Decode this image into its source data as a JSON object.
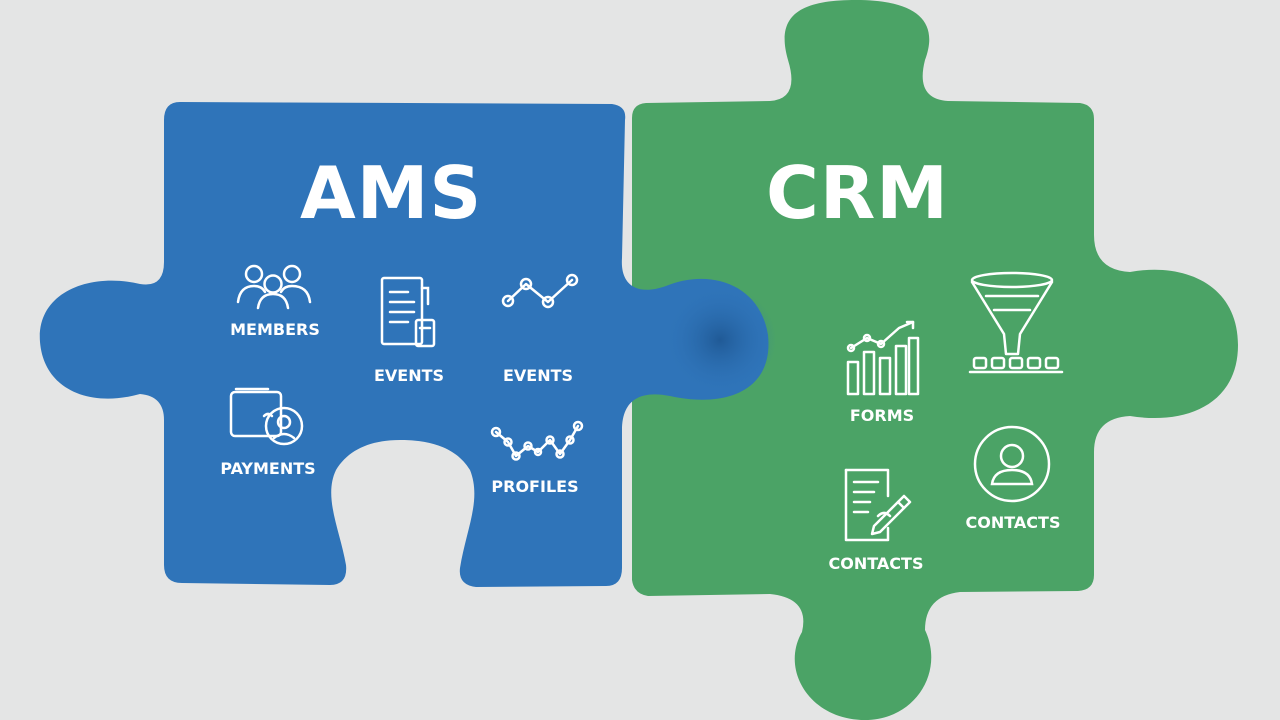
{
  "ams": {
    "title": "AMS",
    "color": "#2f74b9",
    "labels": {
      "members": "MEMBERS",
      "events_1": "EVENTS",
      "events_2": "EVENTS",
      "payments": "PAYMENTS",
      "profiles": "PROFILES"
    }
  },
  "crm": {
    "title": "CRM",
    "color": "#4ba366",
    "labels": {
      "forms": "FORMS",
      "contacts_1": "CONTACTS",
      "contacts_2": "CONTACTS"
    }
  },
  "icons": {
    "members": "people-group-icon",
    "events_1": "document-list-icon",
    "events_2": "line-graph-icon",
    "payments": "wallet-card-icon",
    "profiles": "network-graph-icon",
    "forms": "bar-chart-trend-icon",
    "funnel": "funnel-icon",
    "contacts_1": "document-edit-icon",
    "contacts_2": "person-circle-icon"
  }
}
